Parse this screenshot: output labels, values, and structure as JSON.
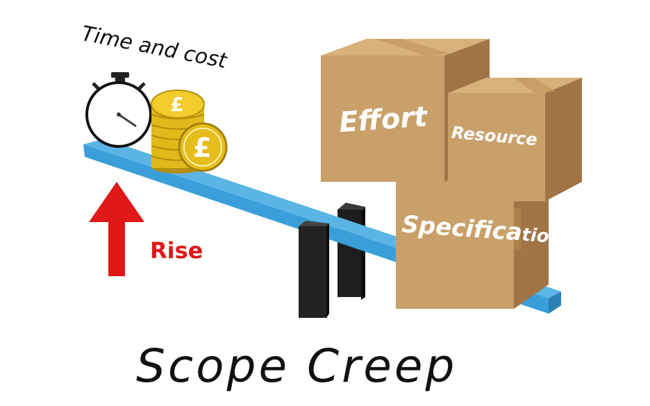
{
  "labels": {
    "time_and_cost": "Time and cost",
    "rise": "Rise",
    "title": "Scope Creep",
    "box_top_left": "Effort",
    "box_top_right": "Resource",
    "box_bottom_a": "Specifica",
    "box_bottom_b": "tions",
    "coin_symbol": "£"
  },
  "colors": {
    "beam": "#3a9fd9",
    "arrow": "#e01818",
    "box_face": "#c9a06a",
    "box_top": "#d8b07a",
    "box_side": "#a07445",
    "coin": "#e0b91c",
    "fulcrum": "#1e1e1e",
    "text_dark": "#111111",
    "text_light": "#ffffff"
  },
  "icons": {
    "stopwatch": "stopwatch-icon",
    "coins": "pound-coins-icon",
    "arrow": "up-arrow-icon",
    "boxes": "cardboard-box-icon",
    "fulcrum": "seesaw-fulcrum-icon"
  }
}
